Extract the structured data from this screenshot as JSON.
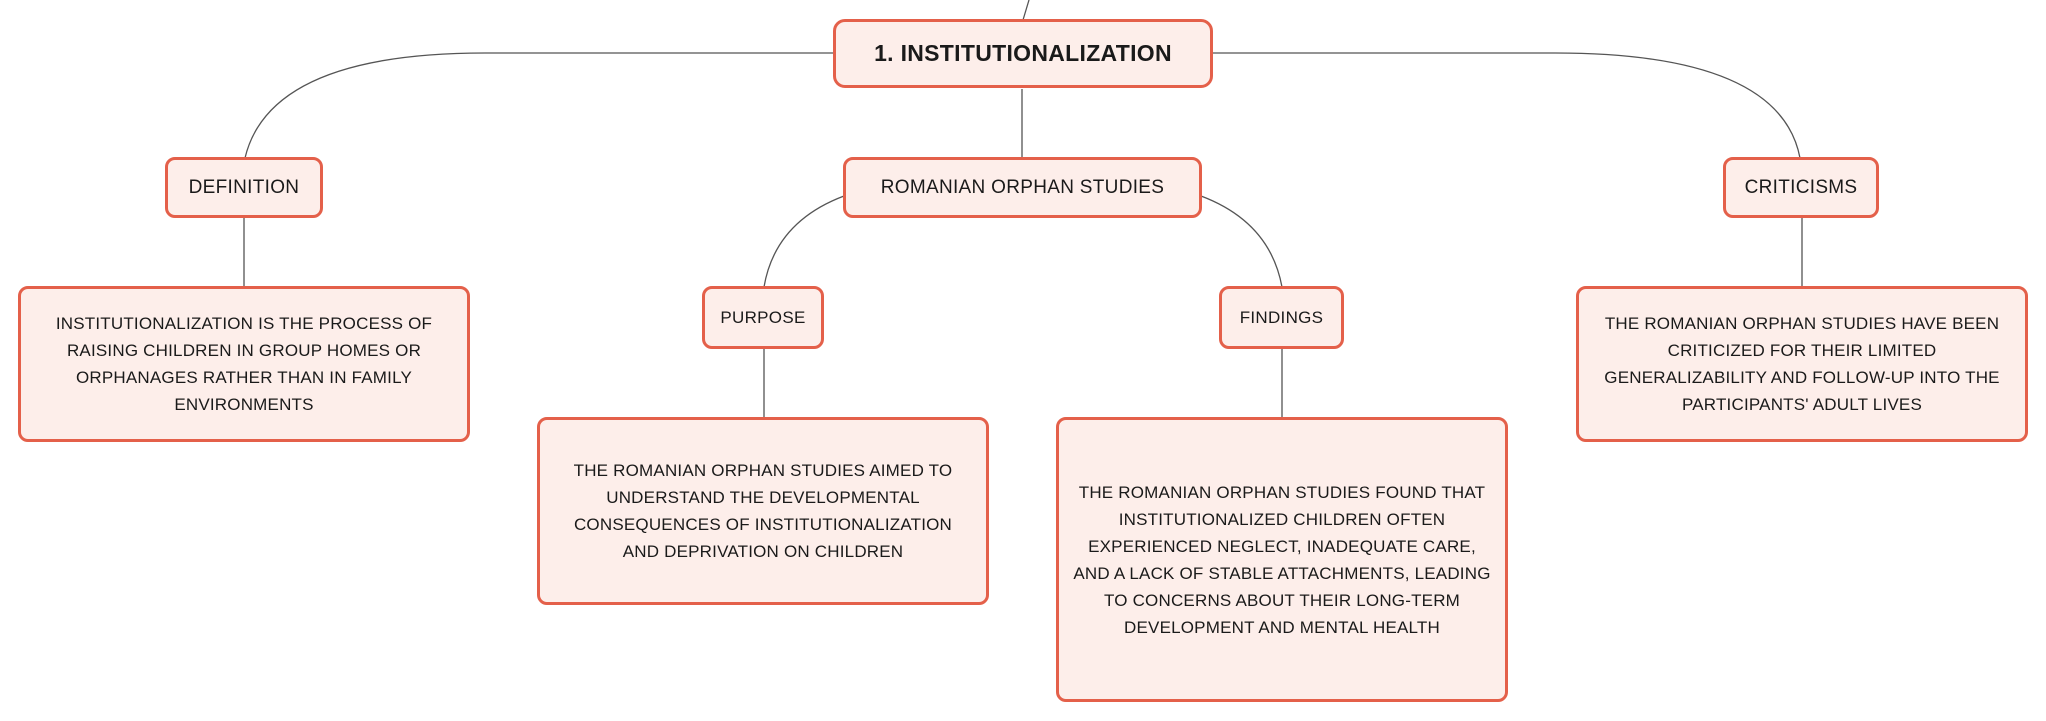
{
  "map": {
    "root": {
      "label": "1. INSTITUTIONALIZATION"
    },
    "definition": {
      "label": "DEFINITION",
      "detail": "INSTITUTIONALIZATION IS THE PROCESS OF RAISING CHILDREN IN GROUP HOMES OR ORPHANAGES RATHER THAN IN FAMILY ENVIRONMENTS"
    },
    "romanian": {
      "label": "ROMANIAN ORPHAN STUDIES",
      "purpose": {
        "label": "PURPOSE",
        "detail": "THE ROMANIAN ORPHAN STUDIES AIMED TO UNDERSTAND THE DEVELOPMENTAL CONSEQUENCES OF INSTITUTIONALIZATION AND DEPRIVATION ON CHILDREN"
      },
      "findings": {
        "label": "FINDINGS",
        "detail": "THE ROMANIAN ORPHAN STUDIES FOUND THAT INSTITUTIONALIZED CHILDREN OFTEN EXPERIENCED NEGLECT, INADEQUATE CARE, AND A LACK OF STABLE ATTACHMENTS, LEADING TO CONCERNS ABOUT THEIR LONG-TERM DEVELOPMENT AND MENTAL HEALTH"
      }
    },
    "criticisms": {
      "label": "CRITICISMS",
      "detail": "THE ROMANIAN ORPHAN STUDIES HAVE BEEN CRITICIZED FOR THEIR LIMITED GENERALIZABILITY AND FOLLOW-UP INTO THE PARTICIPANTS' ADULT LIVES"
    }
  },
  "colors": {
    "node_border": "#e4604a",
    "node_fill": "#fdeeea",
    "connector": "#555555",
    "text": "#1a1a1a"
  }
}
